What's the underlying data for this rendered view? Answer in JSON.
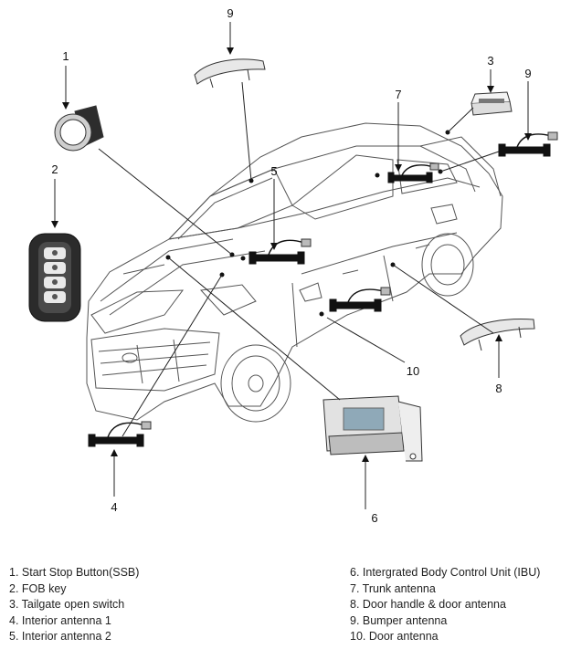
{
  "callouts": [
    "1",
    "2",
    "3",
    "4",
    "5",
    "6",
    "7",
    "8",
    "9",
    "10",
    "9"
  ],
  "legend": {
    "left": [
      "1. Start Stop Button(SSB)",
      "2. FOB key",
      "3. Tailgate open switch",
      "4. Interior antenna 1",
      "5. Interior antenna 2"
    ],
    "right": [
      "6. Intergrated Body Control Unit (IBU)",
      "7. Trunk antenna",
      "8. Door handle & door antenna",
      "9. Bumper antenna",
      "10. Door antenna"
    ]
  }
}
